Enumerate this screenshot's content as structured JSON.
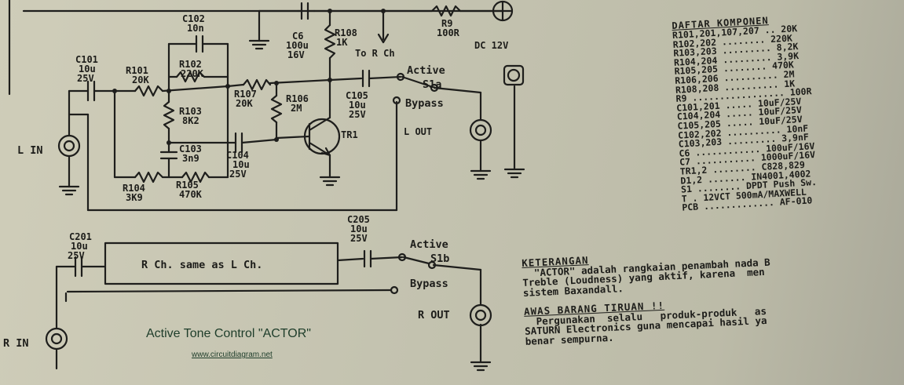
{
  "labels": {
    "c101": [
      "C101",
      "10u",
      "25V"
    ],
    "r101": [
      "R101",
      "20K"
    ],
    "c102": [
      "C102",
      "10n"
    ],
    "r102": [
      "R102",
      "220K"
    ],
    "r103": [
      "R103",
      "8K2"
    ],
    "c103": [
      "C103",
      "3n9"
    ],
    "r104": [
      "R104",
      "3K9"
    ],
    "r105": [
      "R105",
      "470K"
    ],
    "r107": [
      "R107",
      "20K"
    ],
    "r106": [
      "R106",
      "2M"
    ],
    "c104": [
      "C104",
      "10u",
      "25V"
    ],
    "tr1": "TR1",
    "c6": [
      "C6",
      "100u",
      "16V"
    ],
    "r108": [
      "R108",
      "1K"
    ],
    "to_r_ch": "To R Ch",
    "r9": [
      "R9",
      "100R"
    ],
    "dc": "DC 12V",
    "c105": [
      "C105",
      "10u",
      "25V"
    ],
    "active1": "Active",
    "s1a": "S1a",
    "bypass1": "Bypass",
    "l_out": "L OUT",
    "l_in": "L IN",
    "c201": [
      "C201",
      "10u",
      "25V"
    ],
    "rch_box": "R Ch. same as L Ch.",
    "c205": [
      "C205",
      "10u",
      "25V"
    ],
    "active2": "Active",
    "s1b": "S1b",
    "bypass2": "Bypass",
    "r_out": "R OUT",
    "r_in": "R IN"
  },
  "parts_list": {
    "heading": "DAFTAR KOMPONEN",
    "rows": [
      "R101,201,107,207 .. 20K",
      "R102,202 ........ 220K",
      "R103,203 ......... 8,2K",
      "R104,204 ......... 3,9K",
      "R105,205 ........ 470K",
      "R106,206 .......... 2M",
      "R108,208 .......... 1K",
      "R9 ................. 100R",
      "C101,201 ..... 10uF/25V",
      "C104,204 ..... 10uF/25V",
      "C105,205 ..... 10uF/25V",
      "C102,202 .......... 10nF",
      "C103,203 ......... 3,9nF",
      "C6 ............ 100uF/16V",
      "C7 ........... 1000uF/16V",
      "TR1,2 ........ C828,829",
      "D1,2 ....... IN4001,4002",
      "S1 ........ DPDT Push Sw.",
      "T . 12VCT 500mA/MAXWELL",
      "PCB ............. AF-010"
    ]
  },
  "notes": {
    "keterangan_heading": "KETERANGAN",
    "keterangan_lines": [
      "  \"ACTOR\" adalah rangkaian penambah nada B",
      "Treble (Loudness) yang aktif, karena  men",
      "sistem Baxandall."
    ],
    "awas_heading": "AWAS BARANG TIRUAN !!",
    "awas_lines": [
      "  Pergunakan  selalu   produk-produk   as",
      "SATURN Electronics guna mencapai hasil ya",
      "benar sempurna."
    ]
  },
  "caption": "Active Tone Control \"ACTOR\"",
  "source_url": "www.circuitdiagram.net"
}
